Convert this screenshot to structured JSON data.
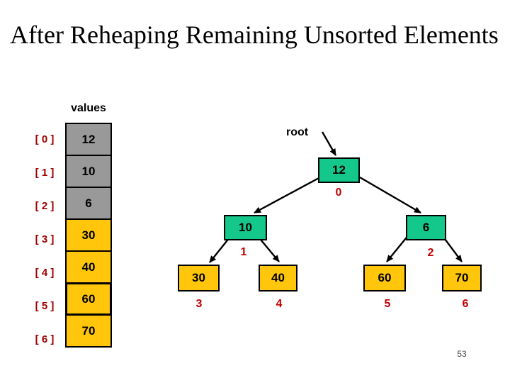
{
  "title": "After Reheaping Remaining Unsorted Elements",
  "page_number": "53",
  "colors": {
    "node_green": "#14c88c",
    "node_gold": "#ffc60b",
    "cell_gray": "#999999",
    "index_red": "#a00000",
    "tree_index_red": "#c00000",
    "border": "#000000"
  },
  "array": {
    "label": "values",
    "cells": [
      {
        "index": "[ 0 ]",
        "value": "12",
        "state": "heap"
      },
      {
        "index": "[ 1 ]",
        "value": "10",
        "state": "heap"
      },
      {
        "index": "[ 2 ]",
        "value": "6",
        "state": "heap"
      },
      {
        "index": "[ 3 ]",
        "value": "30",
        "state": "sorted"
      },
      {
        "index": "[ 4 ]",
        "value": "40",
        "state": "sorted"
      },
      {
        "index": "[ 5 ]",
        "value": "60",
        "state": "sorted"
      },
      {
        "index": "[ 6 ]",
        "value": "70",
        "state": "sorted"
      }
    ]
  },
  "tree": {
    "root_label": "root",
    "nodes": [
      {
        "value": "12",
        "index": "0",
        "kind": "heap"
      },
      {
        "value": "10",
        "index": "1",
        "kind": "heap"
      },
      {
        "value": "6",
        "index": "2",
        "kind": "heap"
      },
      {
        "value": "30",
        "index": "3",
        "kind": "sorted"
      },
      {
        "value": "40",
        "index": "4",
        "kind": "sorted"
      },
      {
        "value": "60",
        "index": "5",
        "kind": "sorted"
      },
      {
        "value": "70",
        "index": "6",
        "kind": "sorted"
      }
    ]
  }
}
